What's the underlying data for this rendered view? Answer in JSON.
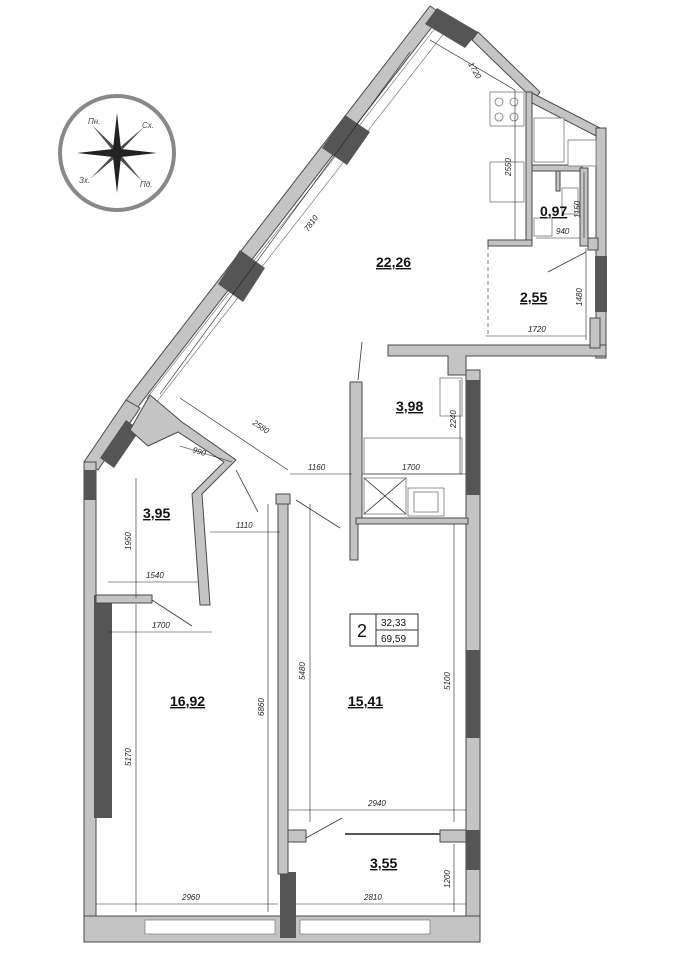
{
  "compass": {
    "north": "Пн.",
    "east": "Сх.",
    "west": "Зх.",
    "south": "Пд."
  },
  "rooms": {
    "living_kitchen": "22,26",
    "small_wc": "0,97",
    "laundry": "2,55",
    "bathroom": "3,98",
    "hall": "3,95",
    "bedroom_left": "16,92",
    "bedroom_right": "15,41",
    "balcony": "3,55"
  },
  "apartment_box": {
    "rooms_count": "2",
    "living_area": "32,33",
    "total_area": "69,59"
  },
  "dimensions": {
    "d1720_top": "1720",
    "d2550": "2550",
    "d7810": "7810",
    "d1150": "1150",
    "d940": "940",
    "d1480": "1480",
    "d1720_bottom": "1720",
    "d2240": "2240",
    "d2580": "2580",
    "d990": "990",
    "d1160": "1160",
    "d1700_bath": "1700",
    "d1110": "1110",
    "d1950": "1950",
    "d1540": "1540",
    "d1700_bed": "1700",
    "d5480": "5480",
    "d6860": "6860",
    "d5100": "5100",
    "d5170": "5170",
    "d2940": "2940",
    "d1200": "1200",
    "d2960": "2960",
    "d2810": "2810"
  }
}
